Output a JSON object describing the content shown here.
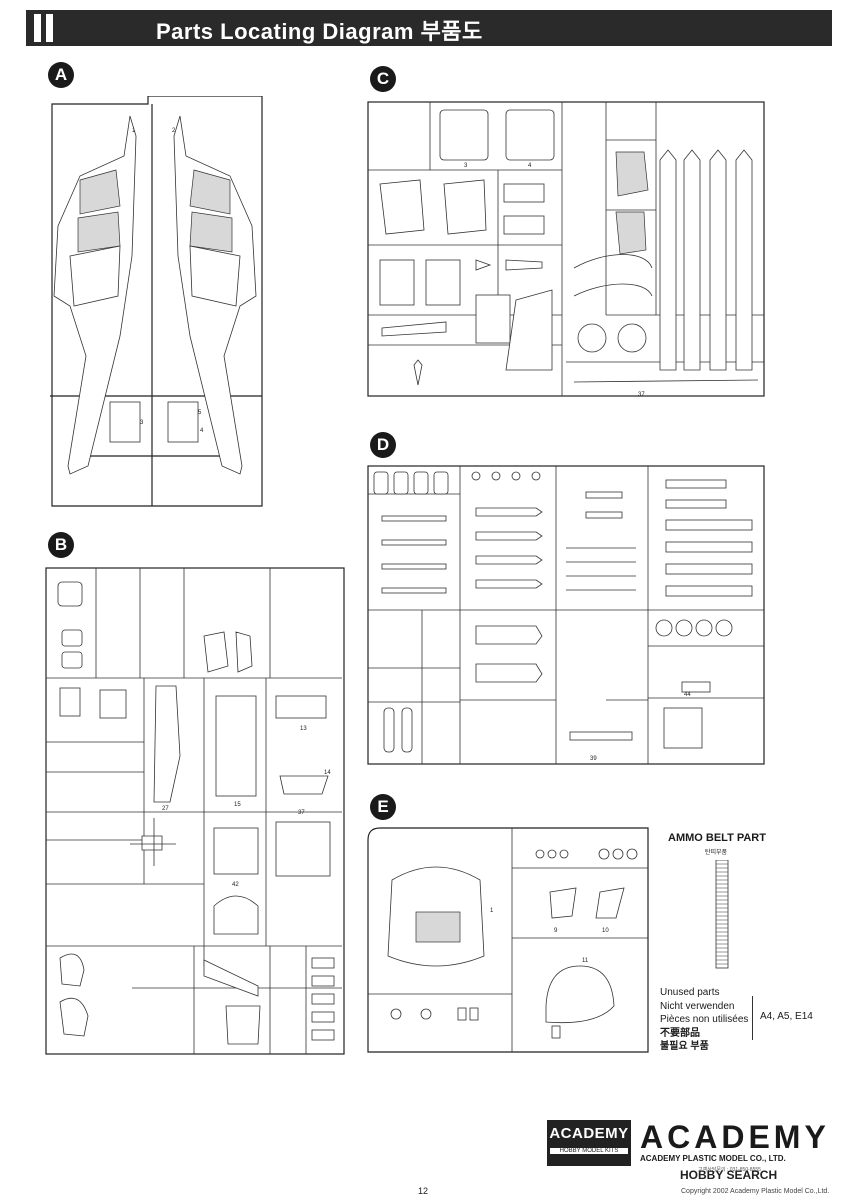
{
  "header": {
    "title": "Parts Locating Diagram 부품도"
  },
  "sections": {
    "a": "A",
    "b": "B",
    "c": "C",
    "d": "D",
    "e": "E"
  },
  "ammo": {
    "title": "AMMO BELT PART",
    "subtitle": "탄띠부품"
  },
  "unused": {
    "lines": [
      "Unused parts",
      "Nicht verwenden",
      "Pièces non utilisées",
      "不要部品",
      "불필요 부품"
    ],
    "parts": "A4, A5, E14"
  },
  "branding": {
    "box_name": "ACADEMY",
    "box_sub": "HOBBY MODEL KITS",
    "logo": "ACADEMY",
    "company": "ACADEMY PLASTIC MODEL CO., LTD.",
    "phone": "고객상담문의 : 031-850-8555",
    "watermark": "HOBBY SEARCH",
    "copyright": "Copyright 2002 Academy Plastic Model Co.,Ltd."
  },
  "page_number": "12"
}
